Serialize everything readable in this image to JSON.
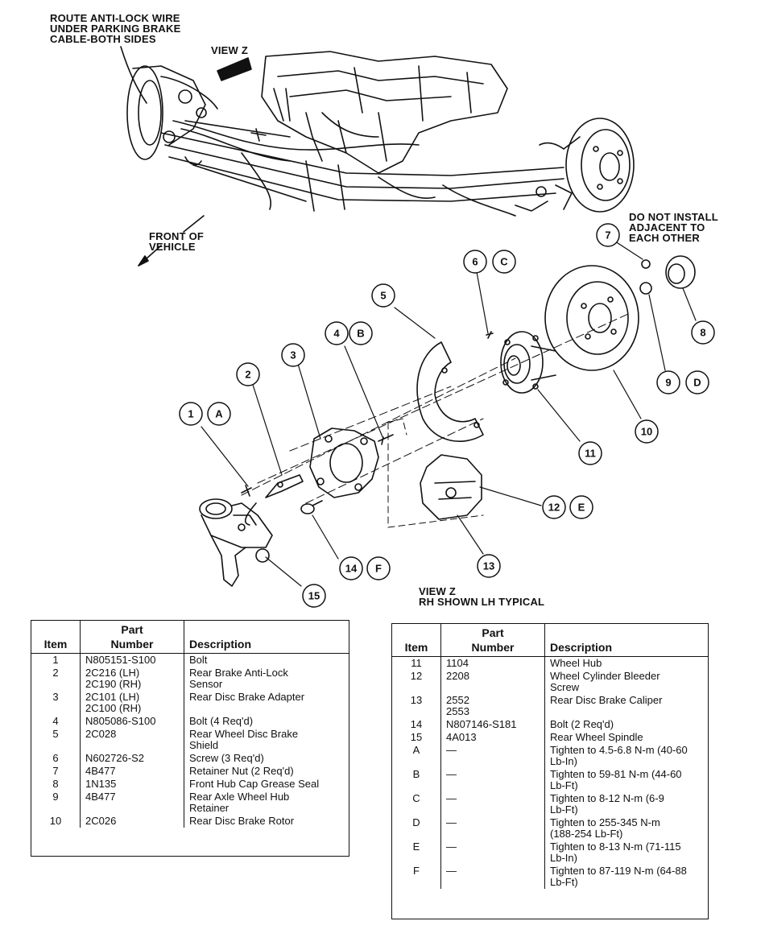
{
  "labels": {
    "route_wire": "ROUTE ANTI-LOCK WIRE\nUNDER PARKING BRAKE\nCABLE-BOTH SIDES",
    "view_z": "VIEW Z",
    "front_of_vehicle": "FRONT OF\nVEHICLE",
    "do_not_install": "DO NOT INSTALL\nADJACENT TO\nEACH OTHER",
    "view_z_caption": "VIEW Z\nRH SHOWN LH TYPICAL"
  },
  "callouts": [
    "1",
    "A",
    "2",
    "3",
    "4",
    "B",
    "5",
    "6",
    "C",
    "7",
    "8",
    "9",
    "D",
    "10",
    "11",
    "12",
    "E",
    "13",
    "14",
    "F",
    "15"
  ],
  "table_left": {
    "headers": {
      "item": "Item",
      "part_number": "Part\nNumber",
      "description": "Description"
    },
    "rows": [
      {
        "item": "1",
        "part": "N805151-S100",
        "desc": "Bolt"
      },
      {
        "item": "2",
        "part": "2C216 (LH)\n2C190 (RH)",
        "desc": "Rear Brake Anti-Lock\nSensor"
      },
      {
        "item": "3",
        "part": "2C101 (LH)\n2C100 (RH)",
        "desc": "Rear Disc Brake Adapter"
      },
      {
        "item": "4",
        "part": "N805086-S100",
        "desc": "Bolt (4 Req'd)"
      },
      {
        "item": "5",
        "part": "2C028",
        "desc": "Rear Wheel Disc Brake\nShield"
      },
      {
        "item": "6",
        "part": "N602726-S2",
        "desc": "Screw (3 Req'd)"
      },
      {
        "item": "7",
        "part": "4B477",
        "desc": "Retainer Nut (2 Req'd)"
      },
      {
        "item": "8",
        "part": "1N135",
        "desc": "Front Hub Cap Grease Seal"
      },
      {
        "item": "9",
        "part": "4B477",
        "desc": "Rear Axle Wheel Hub\nRetainer"
      },
      {
        "item": "10",
        "part": "2C026",
        "desc": "Rear Disc Brake Rotor"
      }
    ]
  },
  "table_right": {
    "headers": {
      "item": "Item",
      "part_number": "Part\nNumber",
      "description": "Description"
    },
    "rows": [
      {
        "item": "11",
        "part": "1104",
        "desc": "Wheel Hub"
      },
      {
        "item": "12",
        "part": "2208",
        "desc": "Wheel Cylinder Bleeder\nScrew"
      },
      {
        "item": "13",
        "part": "2552\n2553",
        "desc": "Rear Disc Brake Caliper"
      },
      {
        "item": "14",
        "part": "N807146-S181",
        "desc": "Bolt (2 Req'd)"
      },
      {
        "item": "15",
        "part": "4A013",
        "desc": "Rear Wheel Spindle"
      },
      {
        "item": "A",
        "part": "—",
        "desc": "Tighten to 4.5-6.8 N-m (40-60\nLb-In)"
      },
      {
        "item": "B",
        "part": "—",
        "desc": "Tighten to 59-81 N-m (44-60\nLb-Ft)"
      },
      {
        "item": "C",
        "part": "—",
        "desc": "Tighten to 8-12 N-m (6-9\nLb-Ft)"
      },
      {
        "item": "D",
        "part": "—",
        "desc": "Tighten to 255-345 N-m\n(188-254 Lb-Ft)"
      },
      {
        "item": "E",
        "part": "—",
        "desc": "Tighten to 8-13 N-m (71-115\nLb-In)"
      },
      {
        "item": "F",
        "part": "—",
        "desc": "Tighten to 87-119 N-m (64-88\nLb-Ft)"
      }
    ]
  }
}
